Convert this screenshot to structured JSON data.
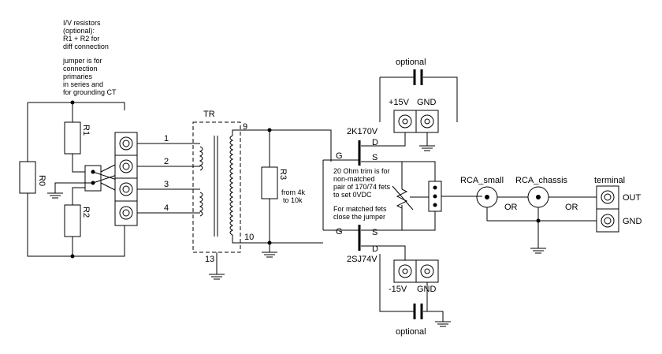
{
  "notes": {
    "iv_resistors": [
      "I/V resistors",
      "(optional):",
      "R1 + R2 for",
      "diff connection"
    ],
    "jumper": [
      "jumper is for",
      "connection",
      "primaries",
      "in series and",
      "for grounding CT"
    ],
    "trim": [
      "20 Ohm trim is for",
      "non-matched",
      "pair of 170/74 fets",
      "to set 0VDC"
    ],
    "matched": [
      "For matched fets",
      "close the jumper"
    ],
    "r3_range": [
      "from 4k",
      "to 10k"
    ]
  },
  "components": {
    "r0": "R0",
    "r1": "R1",
    "r2": "R2",
    "r3": "R3",
    "transformer": "TR",
    "fet_n": "2K170V",
    "fet_p": "2SJ74V",
    "rca_small": "RCA_small",
    "rca_chassis": "RCA_chassis",
    "terminal": "terminal"
  },
  "pins": {
    "t1": "1",
    "t2": "2",
    "t3": "3",
    "t4": "4",
    "p9": "9",
    "p10": "10",
    "p13": "13",
    "g_top": "G",
    "d_top": "D",
    "s_top": "S",
    "g_bot": "G",
    "s_bot": "S",
    "d_bot": "D"
  },
  "supply": {
    "optional_top": "optional",
    "plus15": "+15V",
    "gnd_top": "GND",
    "optional_bot": "optional",
    "minus15": "-15V",
    "gnd_bot": "GND"
  },
  "output": {
    "or1": "OR",
    "or2": "OR",
    "out": "OUT",
    "gnd": "GND"
  }
}
